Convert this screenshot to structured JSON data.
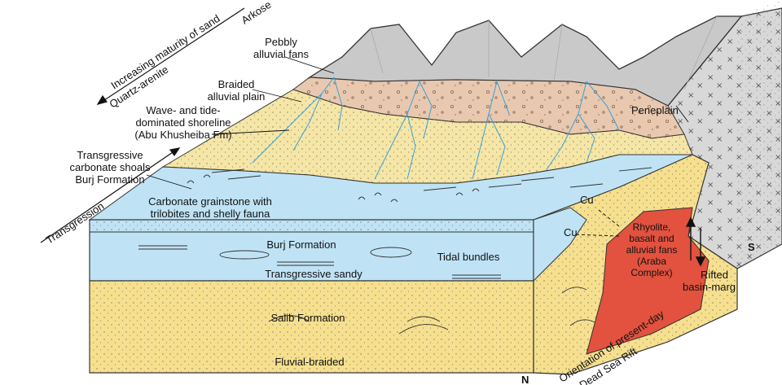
{
  "colors": {
    "mountain": "#c9c9c9",
    "fan": "#e9c8b0",
    "plain": "#f6e6a6",
    "carbonate": "#bfe3f5",
    "burj": "#bfe3f5",
    "salib": "#f6e08e",
    "rhyolite": "#e2523f",
    "basement": "#d8d8d8",
    "river": "#3aa0d8"
  },
  "labels": {
    "arkose": "Arkose",
    "maturity": "Increasing maturity of sand",
    "quartz_arenite": "Quartz-arenite",
    "pebbly_fans": [
      "Pebbly",
      "alluvial fans"
    ],
    "braided_plain": [
      "Braided",
      "alluvial plain"
    ],
    "shoreline": [
      "Wave- and tide-",
      "dominated shoreline",
      "(Abu Khusheiba Fm)"
    ],
    "carbonate_shoals": [
      "Transgressive",
      "carbonate shoals",
      "Burj Formation"
    ],
    "transgression": "Transgression",
    "grainstone": [
      "Carbonate grainstone with",
      "trilobites and shelly fauna"
    ],
    "burj_formation": "Burj Formation",
    "tidal_bundles": "Tidal bundles",
    "transgressive_sandy": "Transgressive sandy",
    "salib_formation": "Salib Formation",
    "fluvial_braided": "Fluvial-braided",
    "peneplain": "Peneplain",
    "cu_1": "Cu",
    "cu_2": "Cu",
    "rhyolite": [
      "Rhyolite,",
      "basalt and",
      "alluvial fans",
      "(Araba",
      "Complex)"
    ],
    "rifted": [
      "Rifted",
      "basin-marg"
    ],
    "orientation": [
      "Orientation of present-day",
      "Dead Sea Rift"
    ],
    "north": "N",
    "south": "S"
  }
}
